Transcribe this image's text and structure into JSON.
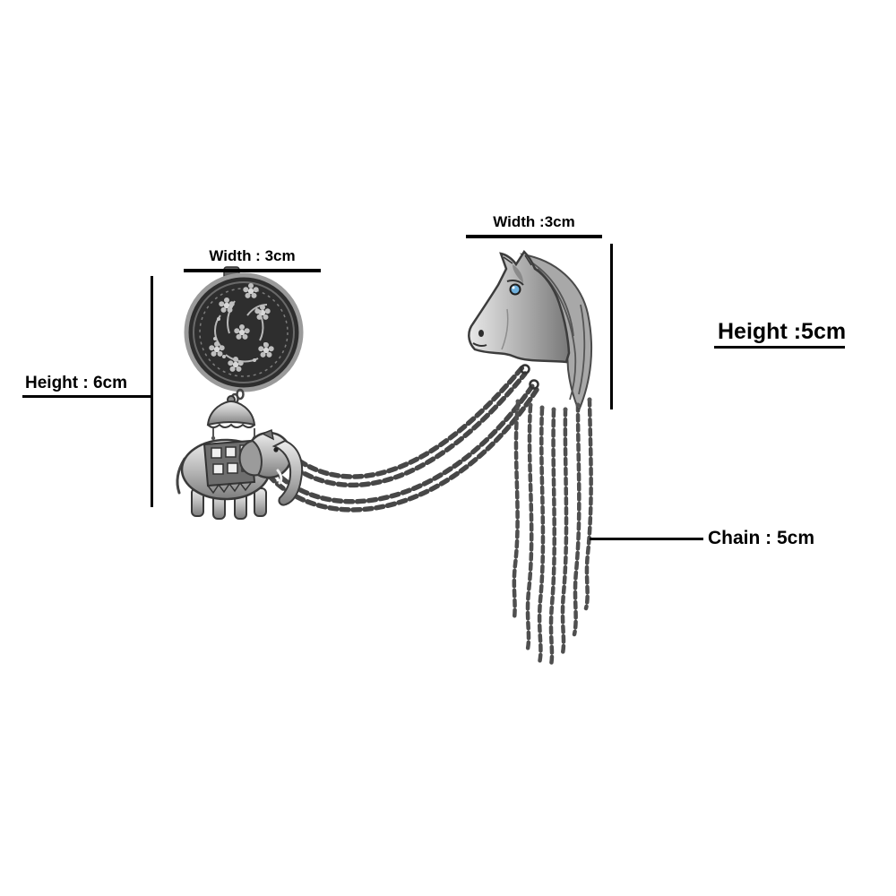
{
  "diagram": {
    "background": "#ffffff",
    "annotations": {
      "medallion_width": "Width : 3cm",
      "horse_width": "Width :3cm",
      "horse_height": "Height :5cm",
      "brooch_height": "Height : 6cm",
      "chain_length": "Chain : 5cm"
    },
    "subject": {
      "type": "antique-silver brooch dimension diagram",
      "parts": [
        "filigree-medallion",
        "canopy-bail",
        "elephant-charm",
        "link-chains",
        "horse-head",
        "horse-mane",
        "tassel-chains"
      ]
    },
    "colors": {
      "measure_line": "#000000",
      "label_text": "#000000",
      "metal_dark": "#3a3a3a",
      "metal_mid": "#9a9a9a",
      "metal_light": "#e6e6e6",
      "medallion_fill": "#2e2e2e",
      "eye_crystal": "#6fb0dd"
    }
  }
}
